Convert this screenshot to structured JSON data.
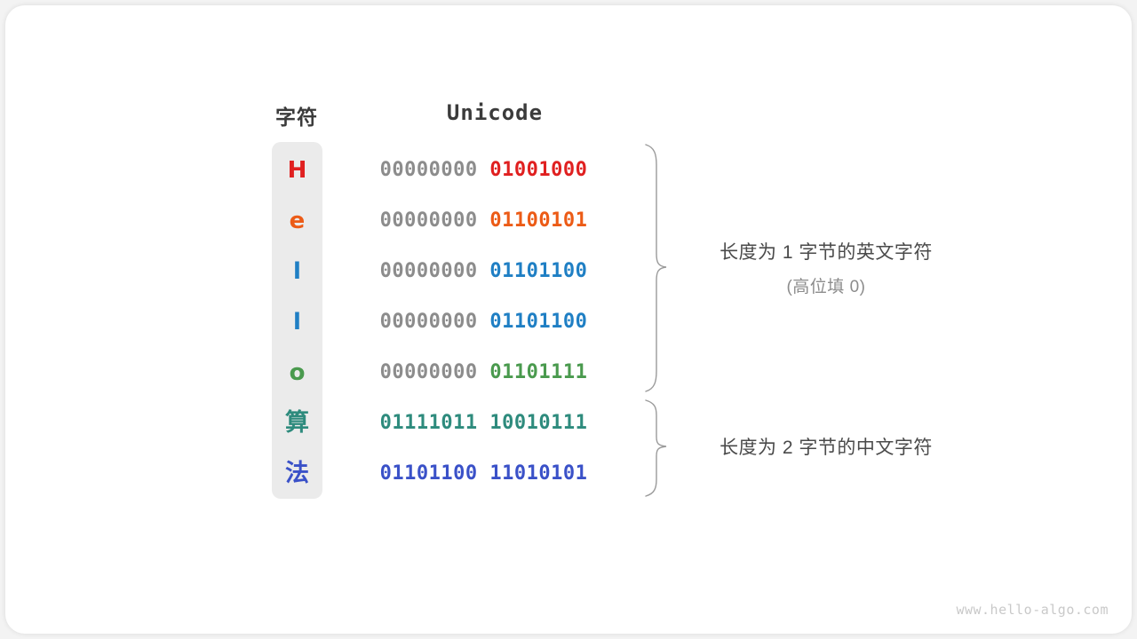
{
  "figure": {
    "headers": {
      "character": "字符",
      "unicode": "Unicode"
    },
    "rows": [
      {
        "char": "H",
        "color": "#E02020",
        "byte_hi": "00000000",
        "byte_lo": "01001000",
        "cjk": false
      },
      {
        "char": "e",
        "color": "#EC5B16",
        "byte_hi": "00000000",
        "byte_lo": "01100101",
        "cjk": false
      },
      {
        "char": "l",
        "color": "#1F7FC4",
        "byte_hi": "00000000",
        "byte_lo": "01101100",
        "cjk": false
      },
      {
        "char": "l",
        "color": "#1F7FC4",
        "byte_hi": "00000000",
        "byte_lo": "01101100",
        "cjk": false
      },
      {
        "char": "o",
        "color": "#4A9A4E",
        "byte_hi": "00000000",
        "byte_lo": "01101111",
        "cjk": false
      },
      {
        "char": "算",
        "color": "#2E8B7D",
        "byte_hi": "01111011",
        "byte_lo": "10010111",
        "cjk": true
      },
      {
        "char": "法",
        "color": "#3A51C8",
        "byte_hi": "01101100",
        "byte_lo": "11010101",
        "cjk": true
      }
    ],
    "annotations": [
      {
        "line1": "长度为 1 字节的英文字符",
        "line2": "(高位填 0)"
      },
      {
        "line1": "长度为 2 字节的中文字符",
        "line2": ""
      }
    ],
    "watermark": "www.hello-algo.com",
    "colors": {
      "char_column_bg": "#EBEBEB",
      "high_byte_gray": "#8C8C8C",
      "brace_gray": "#9A9A9A",
      "header_text": "#3B3B3B",
      "annotation_text": "#4A4A4A",
      "watermark_text": "#C9C9C9",
      "card_bg": "#FFFFFF"
    }
  }
}
